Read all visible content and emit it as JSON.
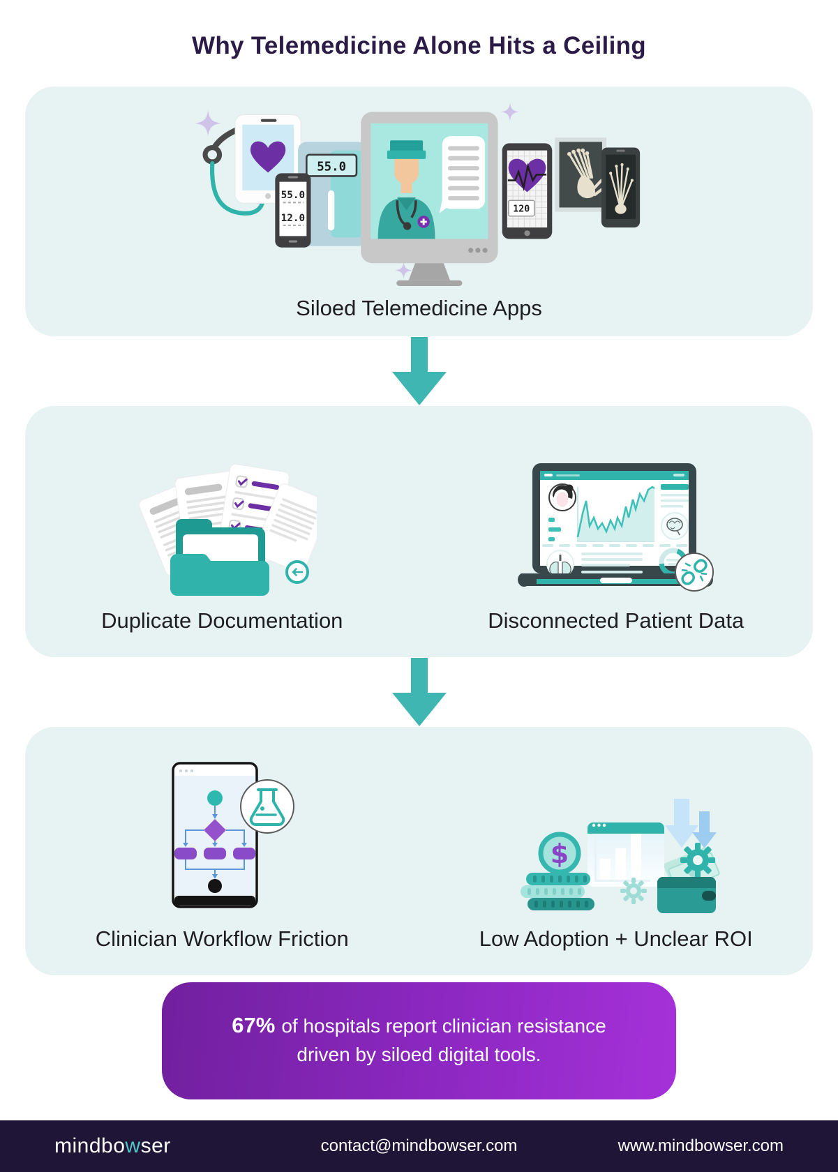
{
  "page": {
    "title": "Why Telemedicine Alone Hits a Ceiling"
  },
  "flow": {
    "step1": {
      "label": "Siloed Telemedicine Apps",
      "illustration": "telemedicine-devices"
    },
    "step2": [
      {
        "label": "Duplicate Documentation",
        "illustration": "folder-with-documents"
      },
      {
        "label": "Disconnected Patient Data",
        "illustration": "laptop-dashboard-broken-link"
      }
    ],
    "step3": [
      {
        "label": "Clinician Workflow Friction",
        "illustration": "tablet-flowchart-flask"
      },
      {
        "label": "Low Adoption + Unclear ROI",
        "illustration": "money-chart-wallet-gears"
      }
    ]
  },
  "readouts": {
    "bp_display": "55.0",
    "phone_top": "55.0",
    "phone_bottom": "12.0",
    "ecg": "120",
    "coin_symbol": "$"
  },
  "stat": {
    "highlight": "67%",
    "line1": "of hospitals report clinician resistance",
    "line2": "driven by siloed digital tools."
  },
  "footer": {
    "logo_part1": "mindbo",
    "logo_accent": "w",
    "logo_part2": "ser",
    "email": "contact@mindbowser.com",
    "website": "www.mindbowser.com"
  },
  "icons": {
    "flow_connector": "down-arrow",
    "disconnected_badge": "broken-link",
    "workflow_badge": "lab-flask",
    "others": [
      "stethoscope",
      "heart",
      "brain",
      "lungs",
      "dollar-coin",
      "gear",
      "sparkle"
    ]
  },
  "colors": {
    "card_bg": "#e6f3f2",
    "accent_teal": "#2fb3aa",
    "heading_navy": "#2b1b47",
    "purple": "#7a2fae",
    "lavender_sparkle": "#cfc3e9",
    "stat_gradient": [
      "#71209f",
      "#a531d9"
    ],
    "footer_bg": "#1f1536",
    "logo_accent": "#53c7c3"
  }
}
